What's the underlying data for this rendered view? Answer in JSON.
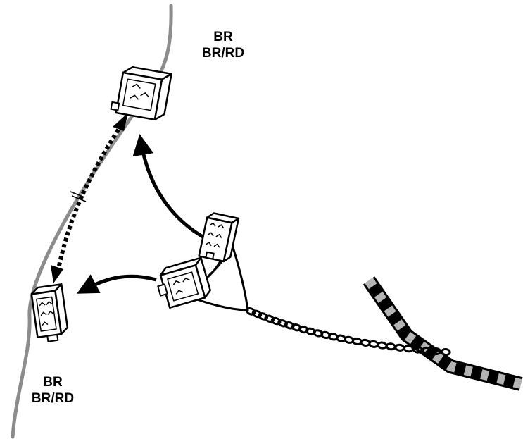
{
  "labels": {
    "top": {
      "line1": "BR",
      "line2": "BR/RD"
    },
    "bottom": {
      "line1": "BR",
      "line2": "BR/RD"
    }
  },
  "colors": {
    "vehicle_wire": "#8c8c8c",
    "ink": "#000000",
    "connector_fill": "#ffffff",
    "sleeve_stripe": "#b4b4b4"
  },
  "icons": [
    "connector-icon",
    "arrow-icon",
    "dotted-arrow-icon",
    "twisted-pair-icon",
    "spiral-sleeve-icon"
  ]
}
